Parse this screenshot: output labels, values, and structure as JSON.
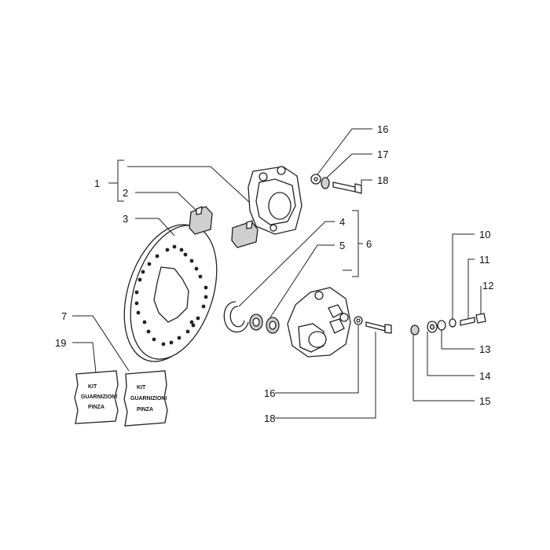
{
  "callouts": {
    "c1": "1",
    "c2": "2",
    "c3": "3",
    "c4": "4",
    "c5": "5",
    "c6": "6",
    "c7": "7",
    "c10": "10",
    "c11": "11",
    "c12": "12",
    "c13": "13",
    "c14": "14",
    "c15": "15",
    "c16a": "16",
    "c16b": "16",
    "c17": "17",
    "c18a": "18",
    "c18b": "18",
    "c19": "19"
  },
  "kits": {
    "left": {
      "line1": "KIT",
      "line2": "GUARNIZIONI",
      "line3": "PINZA"
    },
    "right": {
      "line1": "KIT",
      "line2": "GUARNIZIONI",
      "line3": "PINZA"
    }
  }
}
